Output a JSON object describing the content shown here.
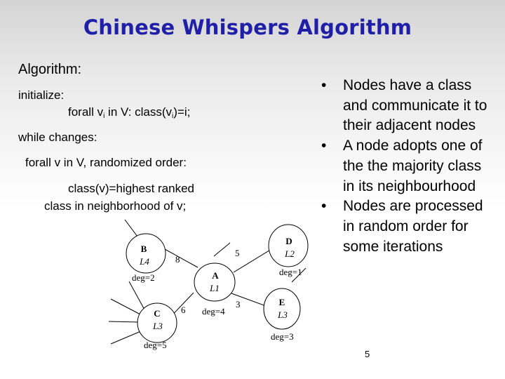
{
  "slide": {
    "title": "Chinese Whispers Algorithm",
    "page_number": "5"
  },
  "algorithm": {
    "heading": "Algorithm:",
    "init_label": "initialize:",
    "init_forall_pre": "forall v",
    "init_forall_mid": " in V: class(v",
    "init_forall_post": ")=i;",
    "subscript": "i",
    "while_label": "while changes:",
    "loop_label": "forall v in V, randomized order:",
    "update_line1": "class(v)=highest ranked",
    "update_line2": "class in neighborhood of v;"
  },
  "bullets": [
    "Nodes have a class and communicate it to their adjacent nodes",
    "A node adopts one of the the majority class in its neighbourhood",
    "Nodes are processed in random order for some iterations"
  ],
  "bullet_symbol": "•",
  "graph": {
    "nodes": [
      {
        "id": "B",
        "class": "L4",
        "degree": "deg=2"
      },
      {
        "id": "C",
        "class": "L3",
        "degree": "deg=5"
      },
      {
        "id": "A",
        "class": "L1",
        "degree": "deg=4"
      },
      {
        "id": "D",
        "class": "L2",
        "degree": "deg=1"
      },
      {
        "id": "E",
        "class": "L3",
        "degree": "deg=3"
      }
    ],
    "edge_weights": {
      "B_A": "8",
      "A_D": "5",
      "A_C": "6",
      "A_E": "3"
    }
  }
}
